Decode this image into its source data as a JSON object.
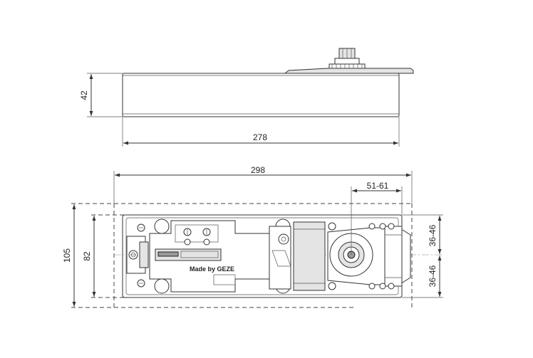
{
  "side_view": {
    "height_label": "42",
    "length_label": "278"
  },
  "top_view": {
    "length_label": "298",
    "spindle_offset_label": "51-61",
    "outer_width_label": "105",
    "inner_width_label": "82",
    "upper_offset_label": "36-46",
    "lower_offset_label": "36-46",
    "brand_text": "Made by GEZE"
  }
}
